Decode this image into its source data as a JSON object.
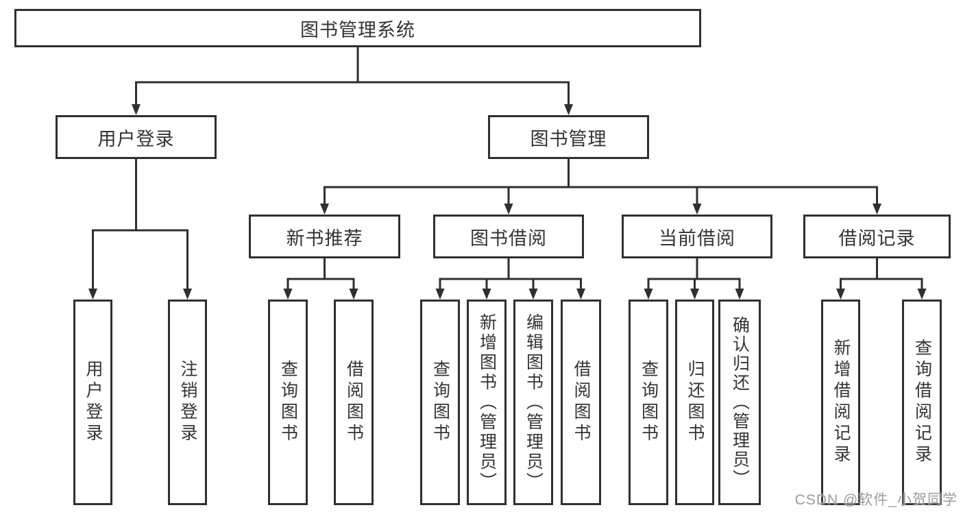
{
  "diagram": {
    "root": {
      "label": "图书管理系统"
    },
    "branches": [
      {
        "label": "用户登录",
        "children": [
          {
            "label": "用户登录"
          },
          {
            "label": "注销登录"
          }
        ]
      },
      {
        "label": "图书管理",
        "children": [
          {
            "label": "新书推荐",
            "children": [
              {
                "label": "查询图书"
              },
              {
                "label": "借阅图书"
              }
            ]
          },
          {
            "label": "图书借阅",
            "children": [
              {
                "label": "查询图书"
              },
              {
                "label": "新增图书（管理员）"
              },
              {
                "label": "编辑图书（管理员）"
              },
              {
                "label": "借阅图书"
              }
            ]
          },
          {
            "label": "当前借阅",
            "children": [
              {
                "label": "查询图书"
              },
              {
                "label": "归还图书"
              },
              {
                "label": "确认归还（管理员）"
              }
            ]
          },
          {
            "label": "借阅记录",
            "children": [
              {
                "label": "新增借阅记录"
              },
              {
                "label": "查询借阅记录"
              }
            ]
          }
        ]
      }
    ]
  },
  "watermark": {
    "text": "CSDN @软件_小贺同学"
  },
  "colors": {
    "line": "#2f2f2f",
    "text": "#333333",
    "watermark": "#9b9b9b",
    "background": "#ffffff"
  }
}
